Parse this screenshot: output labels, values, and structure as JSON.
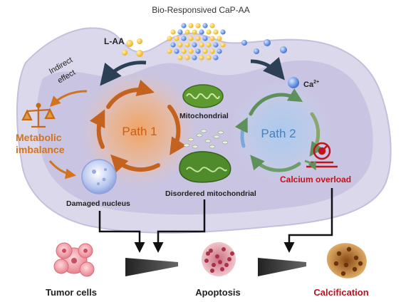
{
  "title": "Bio-Responsived CaP-AA",
  "labels": {
    "laa": "L-AA",
    "indirect_line1": "Indirect",
    "indirect_line2": "effect",
    "metabolic_line1": "Metabolic",
    "metabolic_line2": "imbalance",
    "path1": "Path 1",
    "path2": "Path 2",
    "mitochondrial": "Mitochondrial",
    "disordered_mito": "Disordered mitochondrial",
    "damaged_nucleus": "Damaged nucleus",
    "ca_base": "Ca",
    "ca_sup": "2+",
    "calcium_overload": "Calcium overload",
    "tumor_cells": "Tumor cells",
    "apoptosis": "Apoptosis",
    "calcification": "Calcification"
  },
  "icons": {
    "balance": "balance-scale-icon",
    "overload": "calcium-overload-icon",
    "nanoparticles": "nanoparticle-cluster-icon"
  },
  "colors": {
    "cell_fill": "#d9d6ea",
    "cell_inner": "#b9b4d6",
    "path1": "#e07a2e",
    "path1_text": "#c85f18",
    "path2": "#7aa8d8",
    "path2_text": "#4a7fb8",
    "metabolic": "#d2741e",
    "calcium_overload": "#c0141c",
    "calcification": "#b8141e",
    "arrow_dark": "#2b3f55",
    "particle_yellow": "#f5c33a",
    "particle_blue": "#5b8de0",
    "mito_green": "#4f8b2a"
  }
}
